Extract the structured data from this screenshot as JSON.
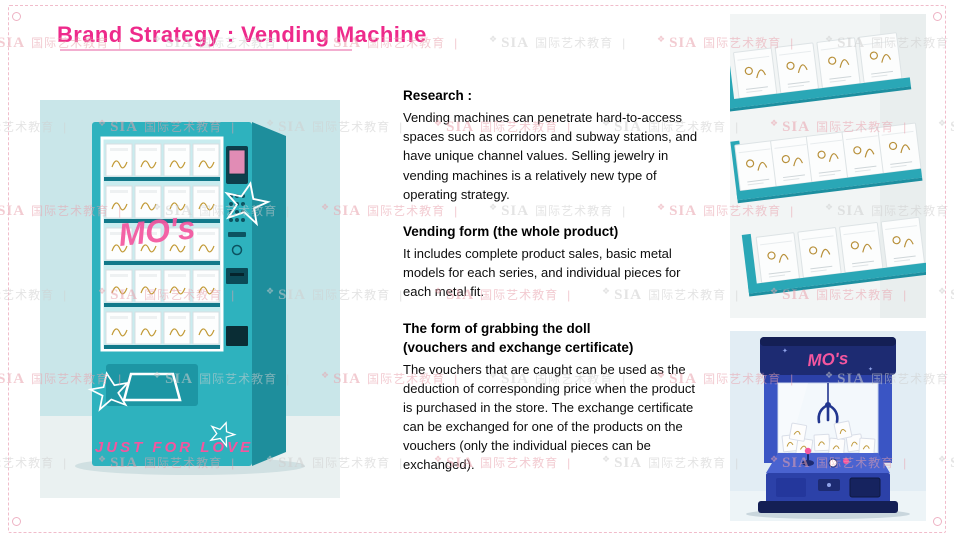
{
  "slide": {
    "title": "Brand Strategy : Vending Machine"
  },
  "watermark": {
    "mark": "❖",
    "brand": "SIA",
    "cn": "国际艺术教育",
    "sep": "|",
    "rows": 6,
    "cols": 7
  },
  "brand": {
    "name": "MO's",
    "slogan": "JUST FOR LOVE"
  },
  "content": {
    "sections": [
      {
        "heading": "Research :",
        "body": "Vending machines can penetrate hard-to-access spaces such as corridors and subway stations, and have unique channel values. Selling jewelry in vending machines is a relatively new type of operating strategy."
      },
      {
        "heading": "Vending form (the whole product)",
        "body": "It includes complete product sales, basic metal models for each series, and individual pieces for each metal fit."
      },
      {
        "heading": "The form of grabbing the doll\n(vouchers and exchange certificate)",
        "body": "The vouchers that are caught can be used as the deduction of corresponding price when the product is purchased in the store. The exchange certificate can be exchanged for one of the products on the vouchers (only the individual pieces can be exchanged)."
      }
    ]
  },
  "colors": {
    "accent_pink": "#ee2a8b",
    "script_pink": "#f4569f",
    "machine_teal": "#2eb2be",
    "claw_blue": "#3a55c4",
    "claw_navy": "#1d2b72",
    "watermark_red": "#e9a2ad",
    "watermark_gray": "#cfcfcf"
  }
}
